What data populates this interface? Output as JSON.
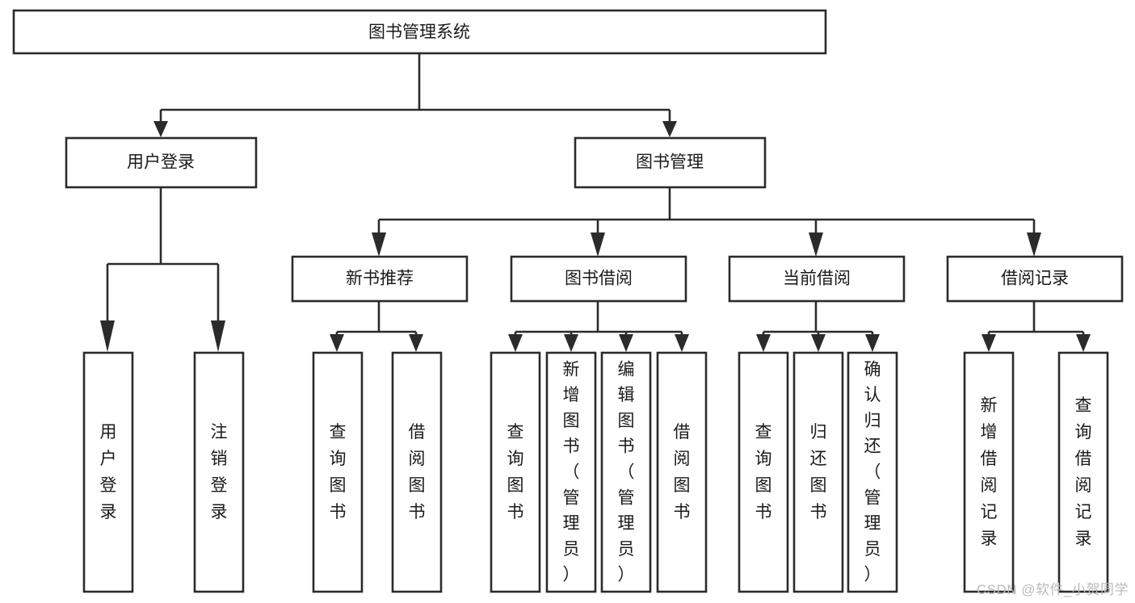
{
  "diagram": {
    "kind": "tree-hierarchy-chart",
    "root": {
      "id": "root",
      "label": "图书管理系统"
    },
    "level1": [
      {
        "id": "user-login",
        "label": "用户登录"
      },
      {
        "id": "book-manage",
        "label": "图书管理"
      }
    ],
    "level2": [
      {
        "id": "new-book-rec",
        "label": "新书推荐",
        "parent": "book-manage"
      },
      {
        "id": "book-borrow",
        "label": "图书借阅",
        "parent": "book-manage"
      },
      {
        "id": "current-borrow",
        "label": "当前借阅",
        "parent": "book-manage"
      },
      {
        "id": "borrow-record",
        "label": "借阅记录",
        "parent": "book-manage"
      }
    ],
    "leaves": [
      {
        "id": "leaf-user-login",
        "label": "用户登录",
        "parent": "user-login"
      },
      {
        "id": "leaf-user-logout",
        "label": "注销登录",
        "parent": "user-login"
      },
      {
        "id": "leaf-query-book-1",
        "label": "查询图书",
        "parent": "new-book-rec"
      },
      {
        "id": "leaf-borrow-book-1",
        "label": "借阅图书",
        "parent": "new-book-rec"
      },
      {
        "id": "leaf-query-book-2",
        "label": "查询图书",
        "parent": "book-borrow"
      },
      {
        "id": "leaf-add-book",
        "label": "新增图书（管理员）",
        "parent": "book-borrow"
      },
      {
        "id": "leaf-edit-book",
        "label": "编辑图书（管理员）",
        "parent": "book-borrow"
      },
      {
        "id": "leaf-borrow-book-2",
        "label": "借阅图书",
        "parent": "book-borrow"
      },
      {
        "id": "leaf-query-book-3",
        "label": "查询图书",
        "parent": "current-borrow"
      },
      {
        "id": "leaf-return-book",
        "label": "归还图书",
        "parent": "current-borrow"
      },
      {
        "id": "leaf-confirm-return",
        "label": "确认归还（管理员）",
        "parent": "current-borrow"
      },
      {
        "id": "leaf-add-record",
        "label": "新增借阅记录",
        "parent": "borrow-record"
      },
      {
        "id": "leaf-query-record",
        "label": "查询借阅记录",
        "parent": "borrow-record"
      }
    ],
    "colors": {
      "stroke": "#2b2b2b",
      "fill": "#ffffff",
      "text": "#1a1a1a",
      "watermark": "#b9b9b9",
      "background": "#ffffff"
    }
  },
  "watermark": {
    "text": "CSDN @软件_小贺同学"
  }
}
